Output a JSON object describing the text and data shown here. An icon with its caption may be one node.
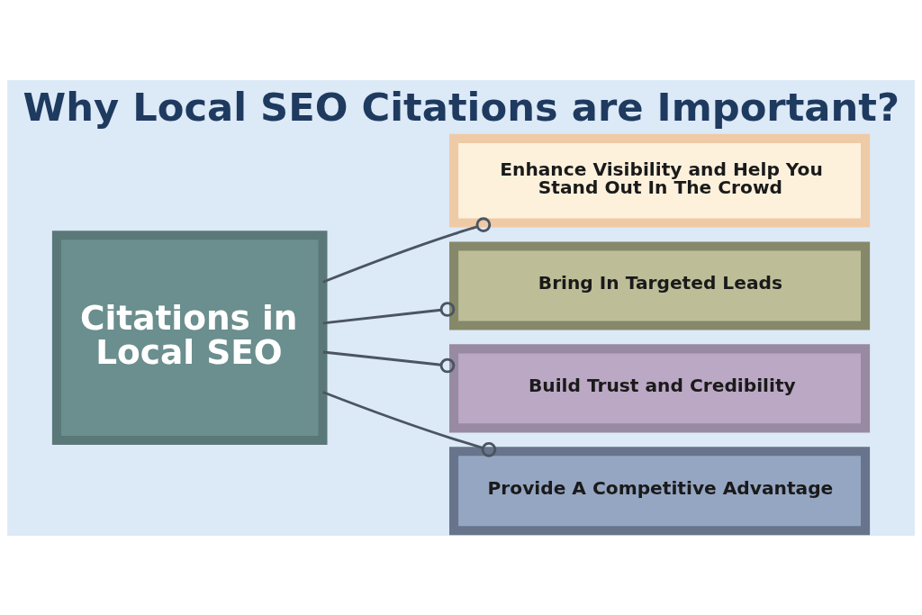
{
  "diagram": {
    "title": "Why Local SEO Citations are Important?",
    "nodes": [
      {
        "text": [
          "Citations in Local SEO"
        ]
      },
      {
        "text": [
          "Enhance Visibility and Help You Stand Out In The Crowd"
        ]
      },
      {
        "text": [
          "Bring In Targeted Leads"
        ]
      },
      {
        "text": [
          "Build Trust and Credibility"
        ]
      },
      {
        "text": [
          "Provide A Competitive Advantage"
        ]
      }
    ],
    "edges": [
      {
        "from": 0,
        "to": 1,
        "arrow": "other"
      },
      {
        "from": 0,
        "to": 2,
        "arrow": "other"
      },
      {
        "from": 0,
        "to": 3,
        "arrow": "other"
      },
      {
        "from": 0,
        "to": 4,
        "arrow": "other"
      }
    ]
  }
}
